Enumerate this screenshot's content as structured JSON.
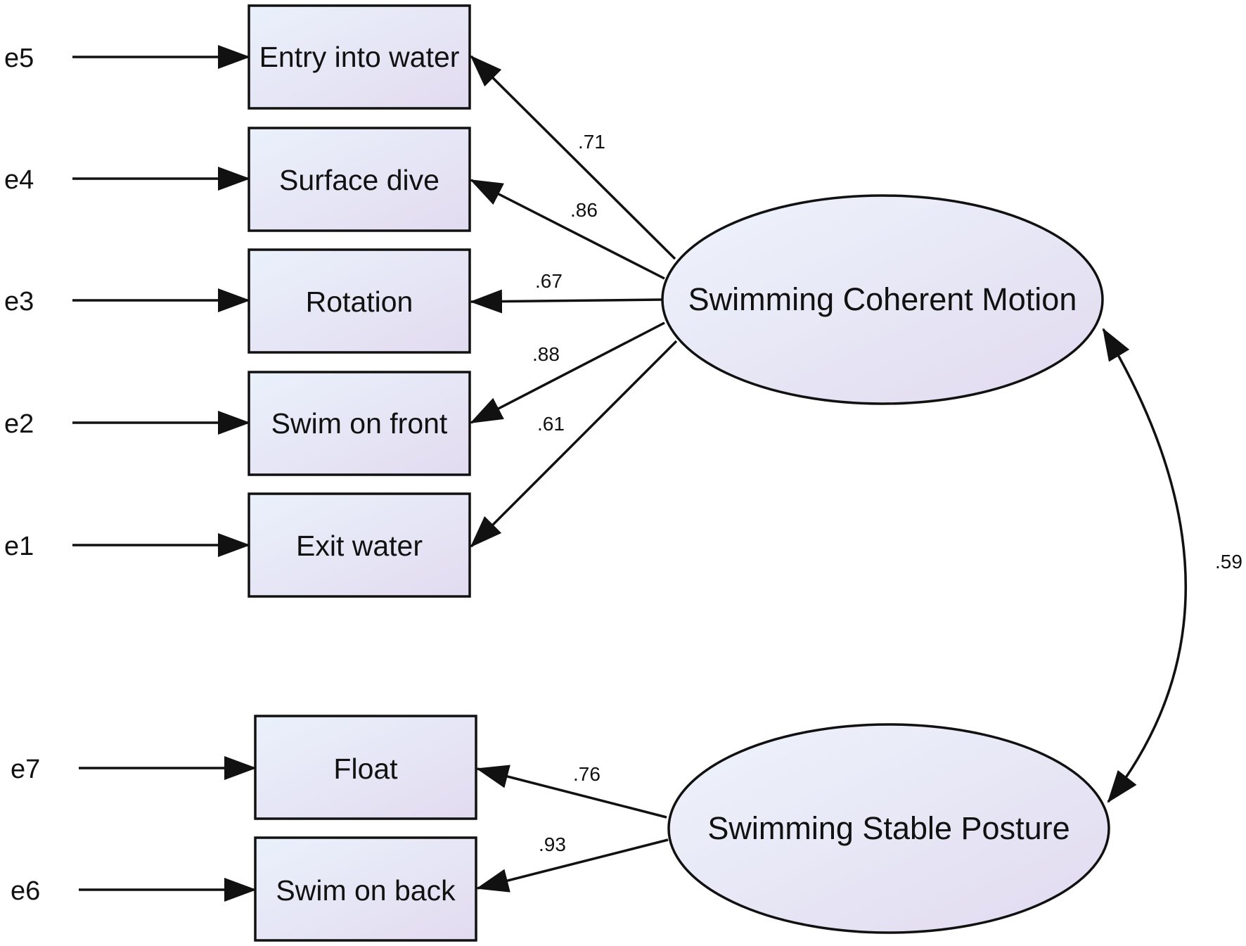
{
  "diagram": {
    "latents": [
      {
        "id": "coherent",
        "label": "Swimming Coherent Motion"
      },
      {
        "id": "stable",
        "label": "Swimming Stable Posture"
      }
    ],
    "indicators": [
      {
        "id": "entry",
        "label": "Entry into water",
        "error": "e5",
        "loading": ".71",
        "factor": "coherent"
      },
      {
        "id": "surface",
        "label": "Surface dive",
        "error": "e4",
        "loading": ".86",
        "factor": "coherent"
      },
      {
        "id": "rotation",
        "label": "Rotation",
        "error": "e3",
        "loading": ".67",
        "factor": "coherent"
      },
      {
        "id": "front",
        "label": "Swim on front",
        "error": "e2",
        "loading": ".88",
        "factor": "coherent"
      },
      {
        "id": "exit",
        "label": "Exit water",
        "error": "e1",
        "loading": ".61",
        "factor": "coherent"
      },
      {
        "id": "float",
        "label": "Float",
        "error": "e7",
        "loading": ".76",
        "factor": "stable"
      },
      {
        "id": "back",
        "label": "Swim on back",
        "error": "e6",
        "loading": ".93",
        "factor": "stable"
      }
    ],
    "correlation": {
      "from": "coherent",
      "to": "stable",
      "value": ".59"
    }
  },
  "colors": {
    "fill_start": "#eaf1fb",
    "fill_end": "#e2dbf0",
    "stroke": "#111111"
  }
}
